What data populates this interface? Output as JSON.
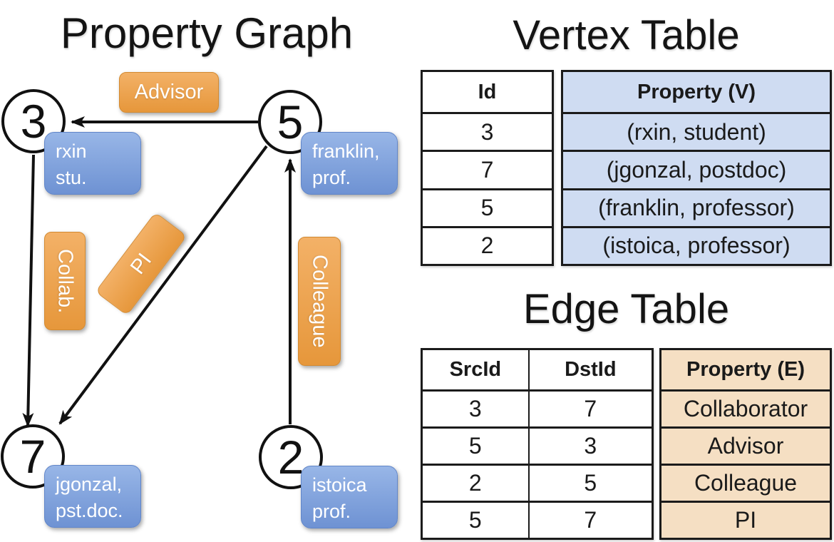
{
  "graph": {
    "title": "Property Graph",
    "nodes": [
      {
        "id": "3",
        "line1": "rxin",
        "line2": "stu."
      },
      {
        "id": "5",
        "line1": "franklin,",
        "line2": "prof."
      },
      {
        "id": "7",
        "line1": "jgonzal,",
        "line2": "pst.doc."
      },
      {
        "id": "2",
        "line1": "istoica",
        "line2": "prof."
      }
    ],
    "edges": [
      {
        "label": "Advisor",
        "from": "5",
        "to": "3"
      },
      {
        "label": "Collab.",
        "from": "3",
        "to": "7"
      },
      {
        "label": "PI",
        "from": "5",
        "to": "7"
      },
      {
        "label": "Colleague",
        "from": "2",
        "to": "5"
      }
    ]
  },
  "vertex_table": {
    "title": "Vertex Table",
    "columns": [
      "Id",
      "Property (V)"
    ],
    "rows": [
      [
        "3",
        "(rxin, student)"
      ],
      [
        "7",
        "(jgonzal, postdoc)"
      ],
      [
        "5",
        "(franklin, professor)"
      ],
      [
        "2",
        "(istoica, professor)"
      ]
    ]
  },
  "edge_table": {
    "title": "Edge Table",
    "columns": [
      "SrcId",
      "DstId",
      "Property (E)"
    ],
    "rows": [
      [
        "3",
        "7",
        "Collaborator"
      ],
      [
        "5",
        "3",
        "Advisor"
      ],
      [
        "2",
        "5",
        "Colleague"
      ],
      [
        "5",
        "7",
        "PI"
      ]
    ]
  },
  "colors": {
    "node_fill": "#ffffff",
    "node_border": "#111111",
    "edge_line": "#111111",
    "edge_label_gradient_top": "#f3b167",
    "edge_label_gradient_bottom": "#e6973b",
    "vertex_label_gradient_top": "#98b6e7",
    "vertex_label_gradient_bottom": "#6e92d3",
    "vertex_table_fill": "#cfdcf2",
    "edge_table_fill": "#f5dfc3"
  }
}
